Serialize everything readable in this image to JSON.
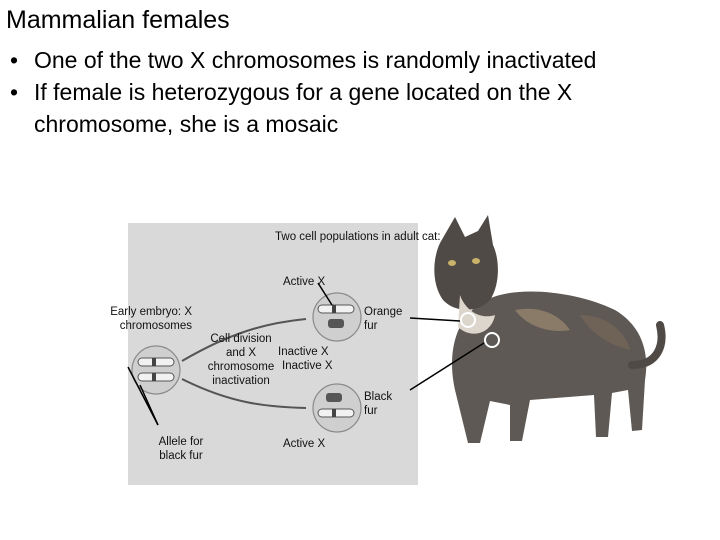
{
  "slide": {
    "title": "Mammalian females",
    "bullets": [
      "One of the two X chromosomes is randomly inactivated",
      "If female is heterozygous for a gene located on the X chromosome, she is a mosaic"
    ]
  },
  "figure": {
    "two_cell_populations": "Two cell populations in adult cat:",
    "active_x_top": "Active X",
    "early_embryo": "Early embryo: X chromosomes",
    "cell_division": "Cell division and X chromosome inactivation",
    "inactive_x_top": "Inactive X",
    "inactive_x_bottom": "Inactive X",
    "orange_fur": "Orange fur",
    "black_fur": "Black fur",
    "allele_black_fur": "Allele for black fur",
    "active_x_bottom": "Active X"
  },
  "colors": {
    "text": "#000000",
    "diagram_bg": "#d9d9d9",
    "cell_fill": "#cfcfcf",
    "cat_dark": "#5e5955",
    "cat_light": "#ddd6cc",
    "marker_ring": "#ffffff"
  }
}
